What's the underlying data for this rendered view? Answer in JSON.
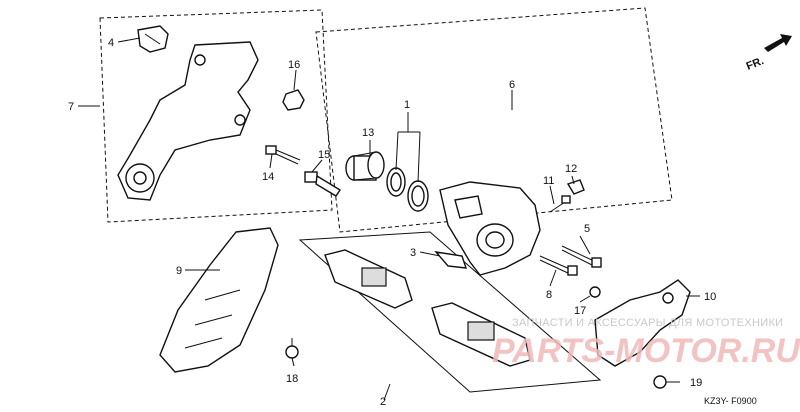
{
  "orientation": "FR.",
  "diagram_code": "KZ3Y- F0900",
  "watermark": {
    "line1": "ЗАПЧАСТИ И АКСЕССУАРЫ ДЛЯ МОТОТЕХНИКИ",
    "line2": "PARTS-MOTOR.RU"
  },
  "callouts": [
    "1",
    "2",
    "3",
    "4",
    "5",
    "6",
    "7",
    "8",
    "9",
    "10",
    "11",
    "12",
    "13",
    "14",
    "15",
    "16",
    "17",
    "18",
    "19"
  ]
}
